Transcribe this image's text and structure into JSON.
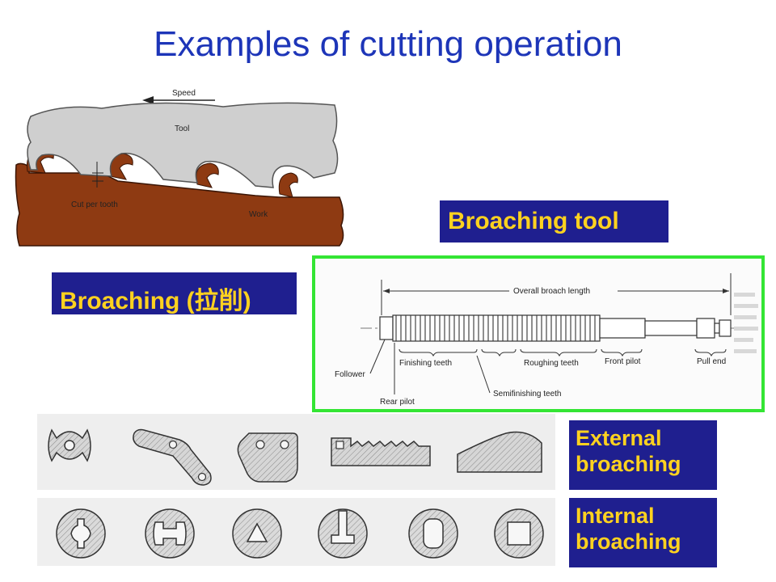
{
  "slide": {
    "title": "Examples of cutting operation"
  },
  "saw_diagram": {
    "speed_label": "Speed",
    "tool_label": "Tool",
    "cut_label": "Cut per tooth",
    "work_label": "Work",
    "tool_color": "#cfcfcf",
    "work_color": "#8e3a12"
  },
  "labels": {
    "broaching_tool": "Broaching tool",
    "broaching": "Broaching (拉削)",
    "external_line1": "External",
    "external_line2": "broaching",
    "internal_line1": "Internal",
    "internal_line2": "broaching"
  },
  "broach_diagram": {
    "overall_length": "Overall broach length",
    "finishing_teeth": "Finishing teeth",
    "roughing_teeth": "Roughing teeth",
    "front_pilot": "Front pilot",
    "pull_end": "Pull end",
    "follower": "Follower",
    "semifinishing_teeth": "Semifinishing teeth",
    "rear_pilot": "Rear pilot",
    "frame_color": "#34e534"
  },
  "colors": {
    "title": "#1d35b8",
    "label_bg": "#1f1f8f",
    "label_text": "#ffd21f"
  }
}
